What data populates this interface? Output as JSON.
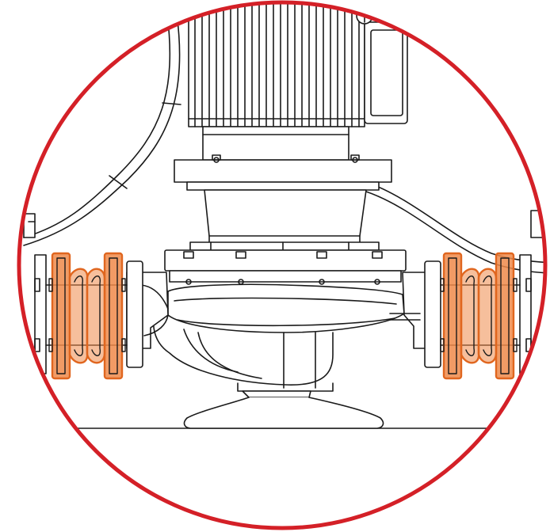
{
  "diagram": {
    "subject": "inline-centrifugal-pump-with-flexible-connectors",
    "colors": {
      "background": "#ffffff",
      "line": "#1a1a1a",
      "ring": "#d42027",
      "highlight_fill": "#ef8a4a",
      "highlight_stroke": "#e0661f"
    },
    "highlights": [
      {
        "name": "left-flexible-connector"
      },
      {
        "name": "right-flexible-connector"
      }
    ]
  }
}
